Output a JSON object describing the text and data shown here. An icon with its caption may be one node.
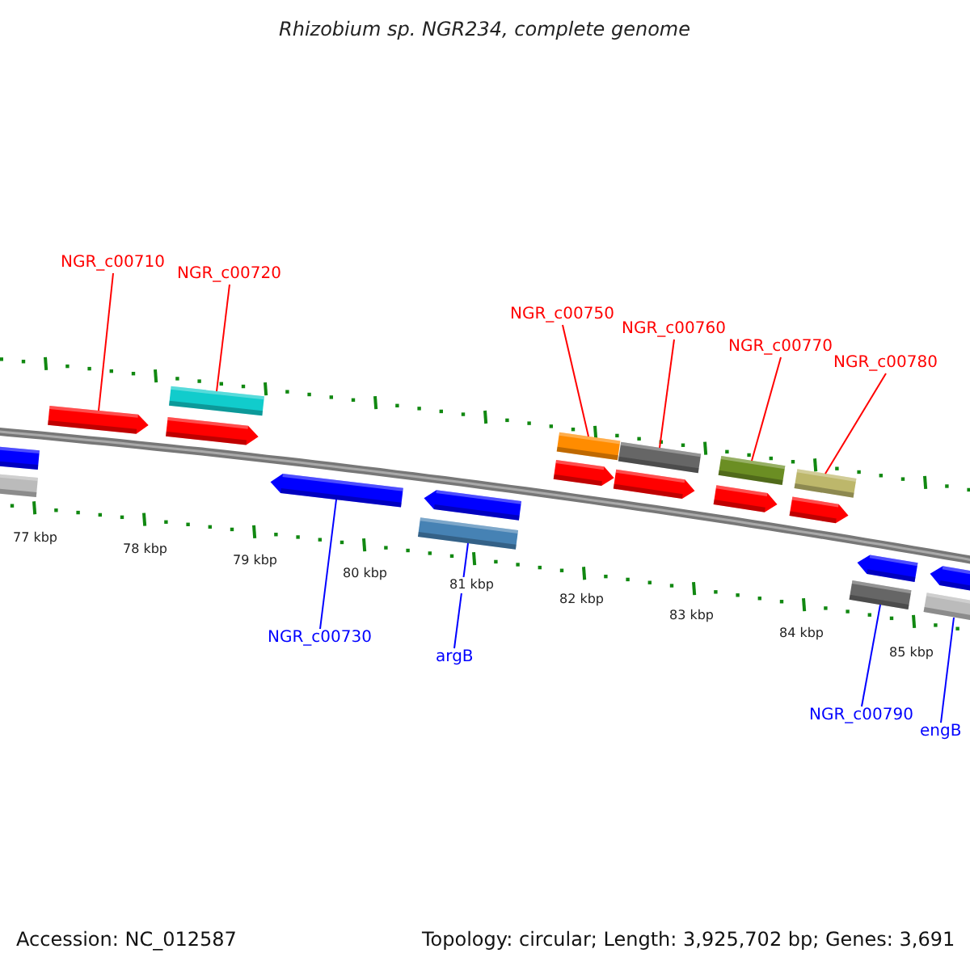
{
  "diagram": {
    "title": "Rhizobium sp. NGR234, complete genome",
    "nodes": [
      {
        "text": [
          "NGR_c00710"
        ]
      },
      {
        "text": [
          "NGR_c00720"
        ]
      },
      {
        "text": [
          "NGR_c00750"
        ]
      },
      {
        "text": [
          "NGR_c00760"
        ]
      },
      {
        "text": [
          "NGR_c00770"
        ]
      },
      {
        "text": [
          "NGR_c00780"
        ]
      },
      {
        "text": [
          "NGR_c00730"
        ]
      },
      {
        "text": [
          "argB"
        ]
      },
      {
        "text": [
          "NGR_c00790"
        ]
      },
      {
        "text": [
          "engB"
        ]
      },
      {
        "text": [],
        "shape": "bar"
      },
      {
        "text": [],
        "shape": "bar"
      },
      {
        "text": [],
        "shape": "arrow"
      },
      {
        "text": [],
        "shape": "arrow"
      },
      {
        "text": [],
        "shape": "bar"
      },
      {
        "text": [],
        "shape": "arrow"
      },
      {
        "text": [],
        "shape": "bar"
      },
      {
        "text": [],
        "shape": "arrow"
      },
      {
        "text": [],
        "shape": "arrow"
      },
      {
        "text": [],
        "shape": "bar"
      },
      {
        "text": [],
        "shape": "arrow"
      },
      {
        "text": [],
        "shape": "bar"
      },
      {
        "text": [],
        "shape": "arrow"
      },
      {
        "text": [],
        "shape": "bar"
      },
      {
        "text": [],
        "shape": "arrow"
      },
      {
        "text": [],
        "shape": "bar"
      },
      {
        "text": [],
        "shape": "bar"
      },
      {
        "text": [],
        "shape": "arrow"
      },
      {
        "text": [],
        "shape": "bar"
      },
      {
        "text": [],
        "shape": "arrow"
      }
    ],
    "edges": [
      {
        "from": 0,
        "to": 12,
        "arrow": "none"
      },
      {
        "from": 1,
        "to": 14,
        "arrow": "none"
      },
      {
        "from": 2,
        "to": 19,
        "arrow": "none"
      },
      {
        "from": 3,
        "to": 21,
        "arrow": "none"
      },
      {
        "from": 4,
        "to": 23,
        "arrow": "none"
      },
      {
        "from": 5,
        "to": 25,
        "arrow": "none"
      },
      {
        "from": 6,
        "to": 15,
        "arrow": "none",
        "color": "#0000ff"
      },
      {
        "from": 7,
        "to": 16,
        "arrow": "none",
        "color": "#0000ff"
      },
      {
        "from": 8,
        "to": 26,
        "arrow": "none",
        "color": "#0000ff"
      },
      {
        "from": 9,
        "to": 28,
        "arrow": "none",
        "color": "#0000ff"
      }
    ],
    "labels": [
      "77 kbp",
      "78 kbp",
      "79 kbp",
      "80 kbp",
      "81 kbp",
      "82 kbp",
      "83 kbp",
      "84 kbp",
      "85 kbp",
      "Accession: NC_012587",
      "Topology: circular; Length: 3,925,702 bp; Genes: 3,691"
    ]
  }
}
